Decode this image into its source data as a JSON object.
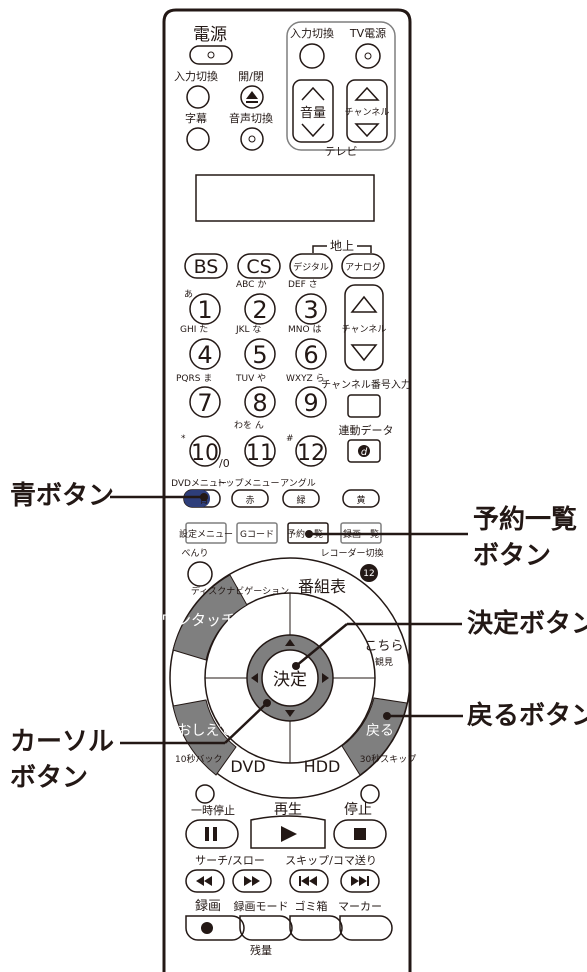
{
  "remote": {
    "power_label": "電源",
    "input_switch_top": "入力切換",
    "tv_power": "TV電源",
    "input_switch": "入力切換",
    "open_close": "開/閉",
    "subtitle": "字幕",
    "audio_switch": "音声切換",
    "volume_label": "音量",
    "channel_label": "チャンネル",
    "tv_label": "テレビ",
    "terrestrial": "地上",
    "bands": [
      "BS",
      "CS",
      "デジタル",
      "アナログ"
    ],
    "digits": [
      "1",
      "2",
      "3",
      "4",
      "5",
      "6",
      "7",
      "8",
      "9",
      "10",
      "11",
      "12"
    ],
    "letter_groups": [
      "あ",
      "ABC か",
      "DEF さ",
      "GHI た",
      "JKL な",
      "MNO は",
      "PQRS ま",
      "TUV や",
      "WXYZ ら",
      "*",
      "わを ん",
      "#"
    ],
    "sub_zero": "/0",
    "channel_number_input": "チャンネル番号入力",
    "data_link": "連動データ",
    "d_button": "d",
    "dvd_menu": "DVDメニュー",
    "top_menu": "トップメニュー",
    "angle": "アングル",
    "color_buttons": [
      "青",
      "赤",
      "緑",
      "黄"
    ],
    "quick_menu": "設定メニュー",
    "g_code": "Gコード",
    "reserve": "予約一覧",
    "recorded_list": "録画一覧",
    "benri": "べんり",
    "recorder_switch": "レコーダー切換",
    "recorder_12": "12",
    "navi": "ディスクナビゲーション",
    "program_guide": "番組表",
    "one_touch_rec": "ワンタッチ録",
    "oshiete": "おしえて",
    "kochira": "こちら",
    "kochira_sub": "観見",
    "return_key": "戻る",
    "skip30": "30秒スキップ",
    "topback": "10秒バック",
    "dvd": "DVD",
    "hdd": "HDD",
    "enter": "決定",
    "pause": "一時停止",
    "play": "再生",
    "stop": "停止",
    "search_slow": "サーチ/スロー",
    "skip_frame": "スキップ/コマ送り",
    "record": "録画",
    "rec_mode": "録画モード",
    "trash": "ゴミ箱",
    "marker": "マーカー",
    "remaining": "残量"
  },
  "callouts": {
    "blue": "青ボタン",
    "reserve_line1": "予約一覧",
    "reserve_line2": "ボタン",
    "enter": "決定ボタン",
    "return": "戻るボタン",
    "cursor_line1": "カーソル",
    "cursor_line2": "ボタン"
  },
  "colors": {
    "ink": "#231815",
    "gray": "#7f7f7f",
    "blue_key": "#2e3e7a"
  }
}
